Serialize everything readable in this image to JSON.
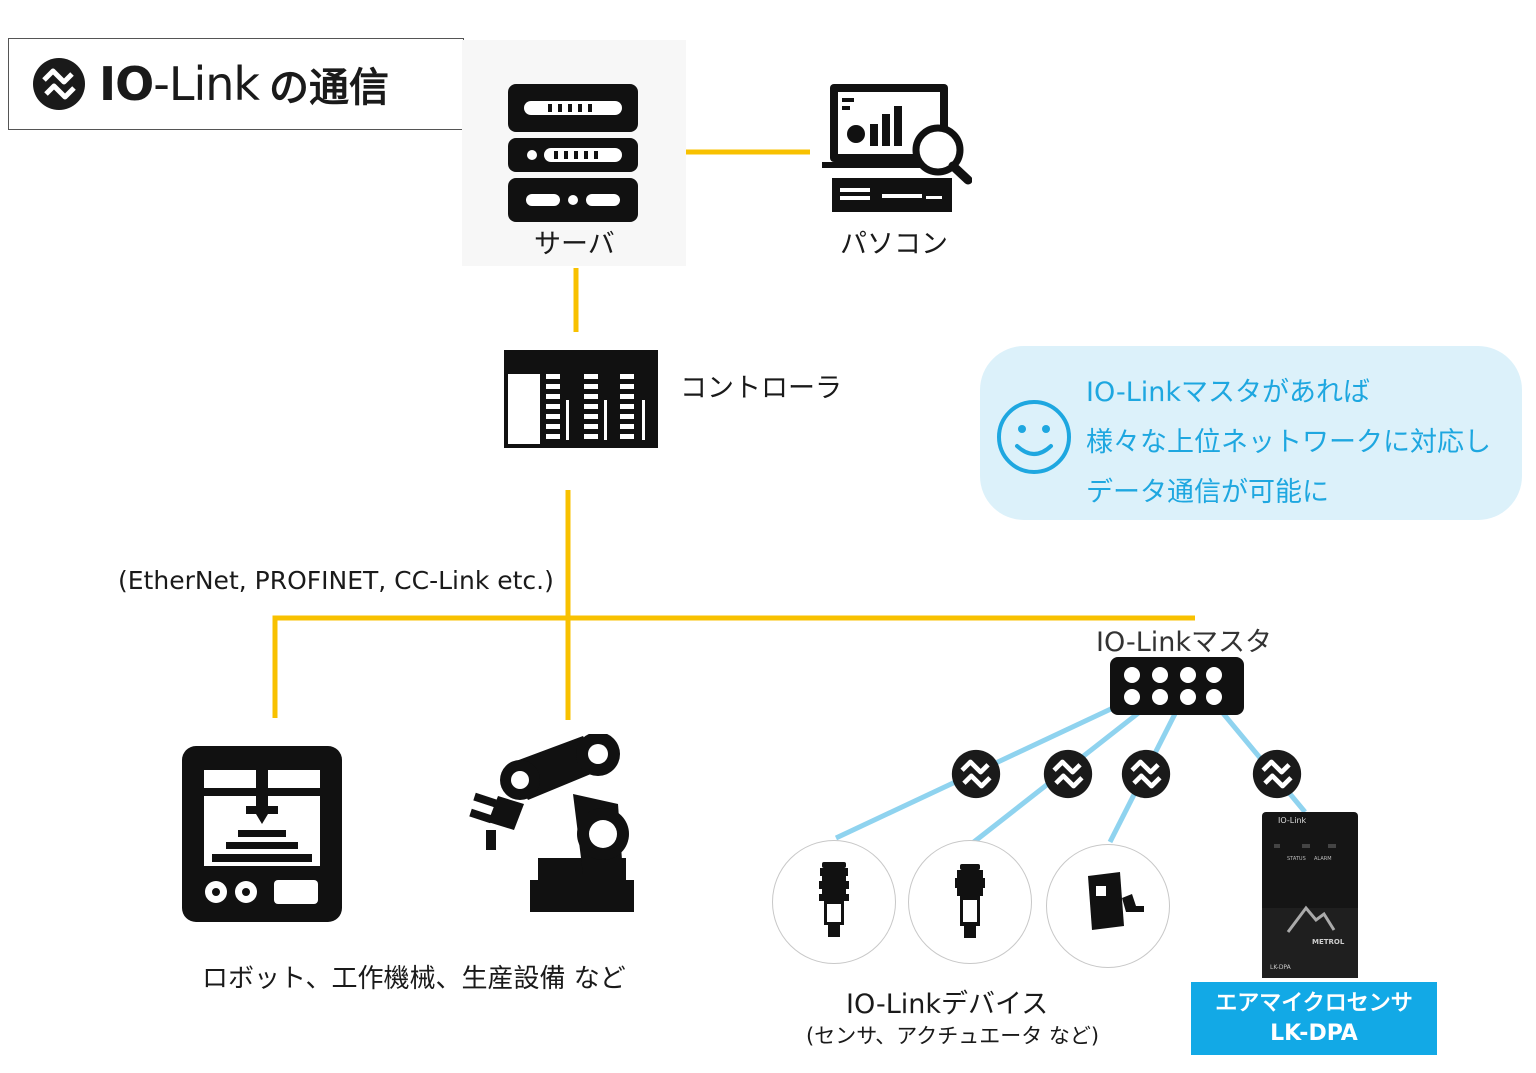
{
  "header": {
    "brand_bold": "IO",
    "brand_thin": "-Link",
    "suffix": "の通信"
  },
  "nodes": {
    "server": "サーバ",
    "pc": "パソコン",
    "controller": "コントローラ",
    "network": "(EtherNet, PROFINET, CC-Link etc.)",
    "master": "IO-Linkマスタ",
    "equipment": "ロボット、工作機械、生産設備 など",
    "devices_title": "IO-Linkデバイス",
    "devices_sub": "(センサ、アクチュエータ など)"
  },
  "bubble": {
    "lines": [
      "IO-Linkマスタがあれば",
      "様々な上位ネットワークに対応し",
      "データ通信が可能に"
    ]
  },
  "product": {
    "line1": "エアマイクロセンサ",
    "line2": "LK-DPA",
    "device_brand": "IO-Link",
    "status": "STATUS",
    "alarm": "ALARM",
    "maker": "METROL",
    "model": "LK-DPA"
  },
  "colors": {
    "network_line": "#f8c100",
    "io_link_line": "#8fd3ef",
    "accent_text": "#1ea7e0",
    "product_bg": "#12a9e6",
    "bubble_bg": "#dcf1fa"
  }
}
